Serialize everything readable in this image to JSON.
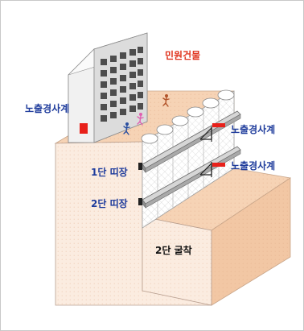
{
  "labels": {
    "building": "민원건물",
    "exposure_left": "노출경사계",
    "exposure_upper": "노출경사계",
    "exposure_lower": "노출경사계",
    "wale_1": "1단 띠장",
    "wale_2": "2단 띠장",
    "excavation": "2단 굴착"
  },
  "colors": {
    "building_label": "#e0341e",
    "exposure_label": "#1f3c9c",
    "sensor": "#e8201a",
    "ground_fill": "#fbeee4",
    "ground_top": "#f3c9a4",
    "wale": "#bdbdbd",
    "pile": "#ffffff"
  }
}
